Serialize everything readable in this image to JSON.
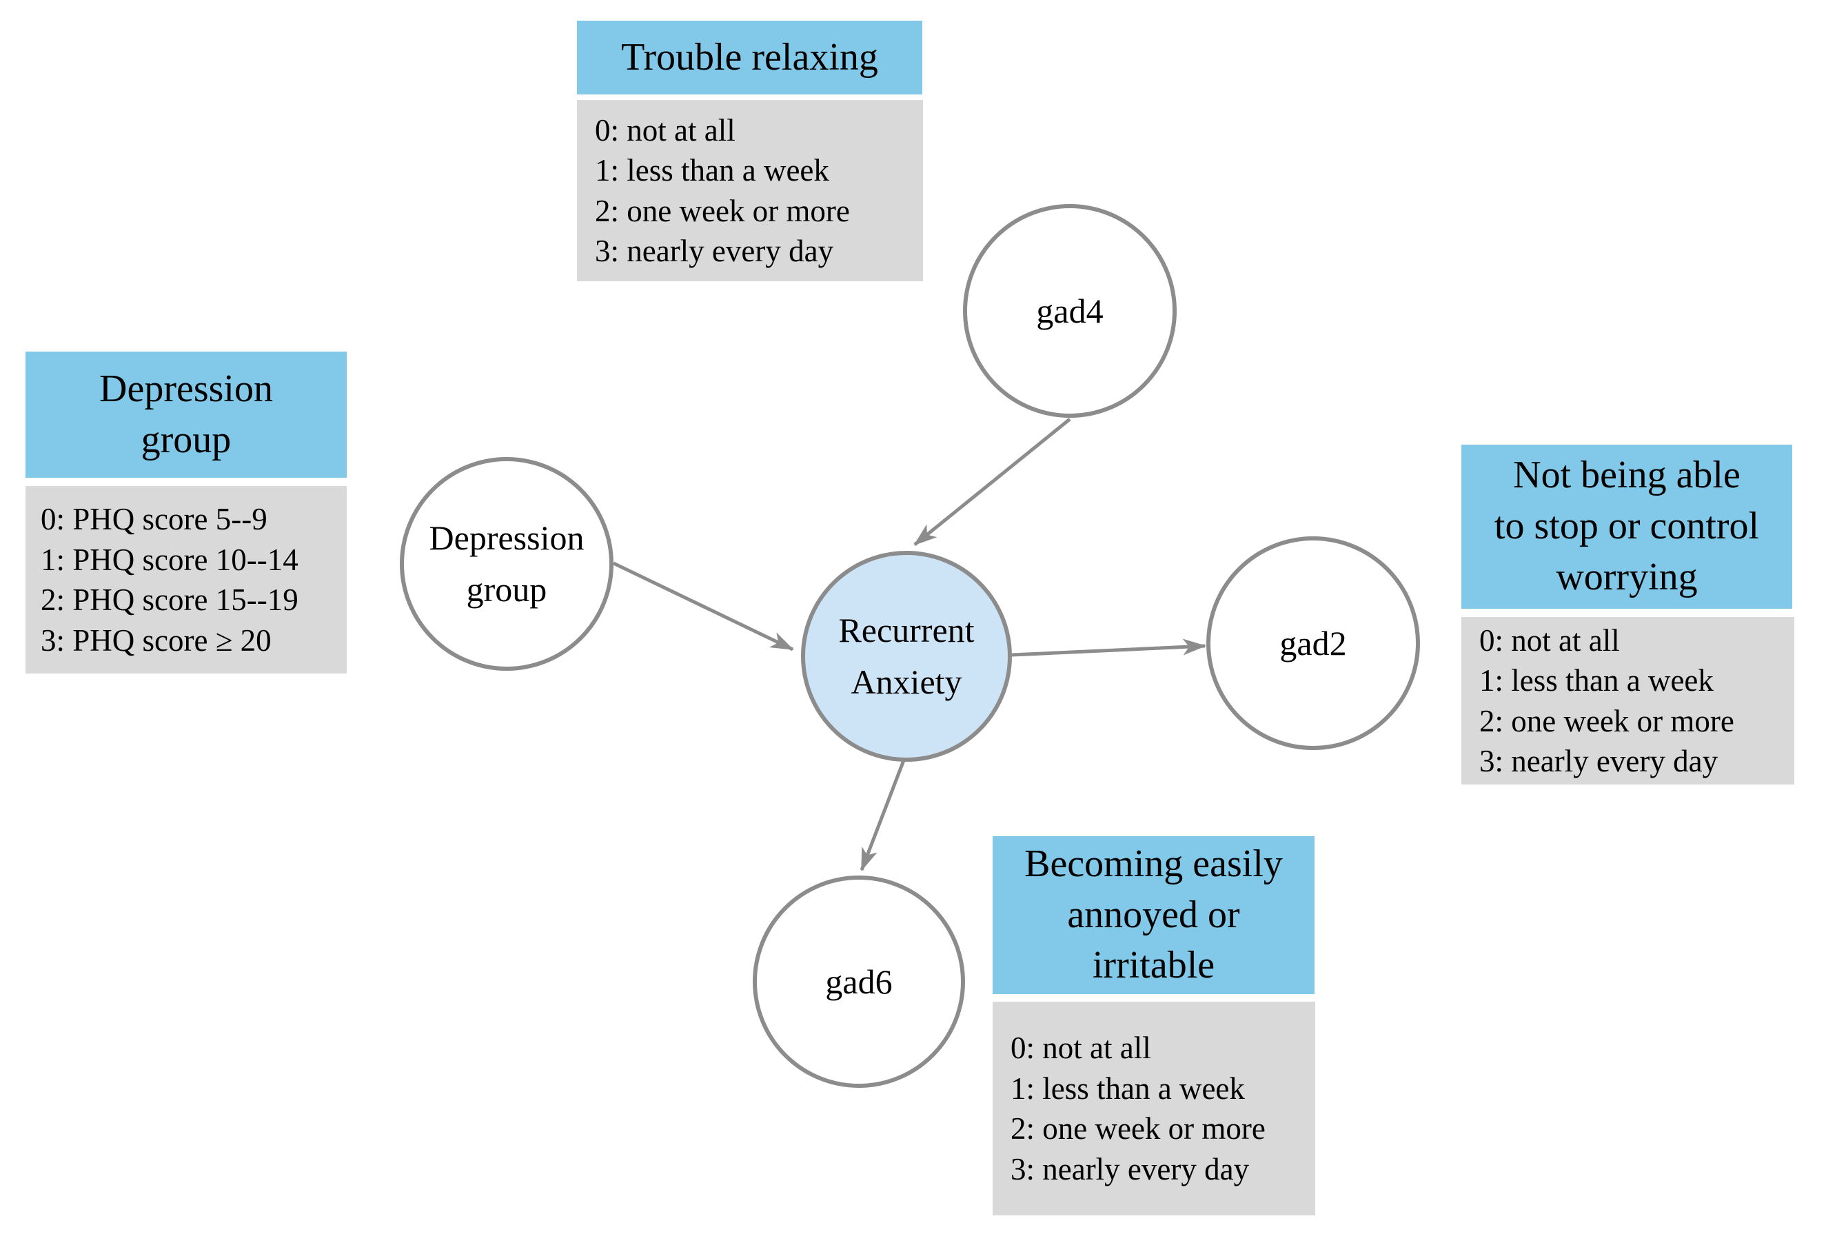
{
  "figure": {
    "type": "graphical-model-diagram",
    "background": "#ffffff"
  },
  "colors": {
    "annotation_header_bg": "#82C8E8",
    "annotation_list_bg": "#D9D9D9",
    "latent_node_fill": "#CDE4F6",
    "observed_node_fill": "#FFFFFF",
    "node_border": "#8C8C8C",
    "edge_stroke": "#8C8C8C",
    "text": "#000000"
  },
  "nodes": [
    {
      "id": "gad4",
      "label": "gad4",
      "fill": "white"
    },
    {
      "id": "depression-group",
      "label": "Depression\ngroup",
      "fill": "white"
    },
    {
      "id": "recurrent-anxiety",
      "label": "Recurrent\nAnxiety",
      "fill": "light-blue"
    },
    {
      "id": "gad2",
      "label": "gad2",
      "fill": "white"
    },
    {
      "id": "gad6",
      "label": "gad6",
      "fill": "white"
    }
  ],
  "edges": [
    {
      "from": "gad4",
      "to": "recurrent-anxiety"
    },
    {
      "from": "depression-group",
      "to": "recurrent-anxiety"
    },
    {
      "from": "recurrent-anxiety",
      "to": "gad2"
    },
    {
      "from": "recurrent-anxiety",
      "to": "gad6"
    }
  ],
  "annotations": {
    "trouble_relaxing": {
      "title": "Trouble relaxing",
      "items": [
        "0: not at all",
        "1: less than a week",
        "2: one week or more",
        "3: nearly every day"
      ]
    },
    "depression_group": {
      "title": "Depression\ngroup",
      "items": [
        "0: PHQ score 5--9",
        "1: PHQ score 10--14",
        "2: PHQ score 15--19",
        "3: PHQ score ≥ 20"
      ]
    },
    "not_being_able": {
      "title": "Not being able\nto stop or control\nworrying",
      "items": [
        "0: not at all",
        "1: less than a week",
        "2: one week or more",
        "3: nearly every day"
      ]
    },
    "becoming_easily": {
      "title": "Becoming easily\nannoyed or\nirritable",
      "items": [
        "0: not at all",
        "1: less than a week",
        "2: one week or more",
        "3: nearly every day"
      ]
    }
  }
}
